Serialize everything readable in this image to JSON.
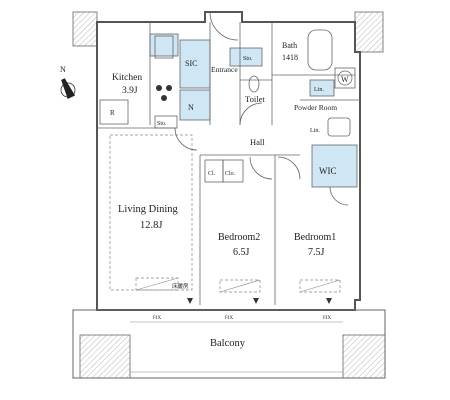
{
  "plan": {
    "rooms": {
      "kitchen": "Kitchen",
      "kitchen_area": "3.9J",
      "sic": "SIC",
      "entrance": "Entrance",
      "sto_entrance": "Sto.",
      "bath": "Bath",
      "bath_size": "1418",
      "toilet": "Toilet",
      "lin_upper": "Lin.",
      "powder_room": "Powder Room",
      "lin_lower": "Lin.",
      "wic": "WIC",
      "hall": "Hall",
      "n_closet": "N",
      "r_fridge": "R",
      "sto_kitchen": "Sto.",
      "living": "Living Dining",
      "living_area": "12.8J",
      "cl_1": "Cl.",
      "cl_2": "Clo.",
      "bedroom2": "Bedroom2",
      "bedroom2_area": "6.5J",
      "bedroom1": "Bedroom1",
      "bedroom1_area": "7.5J",
      "floor_heating": "床暖房",
      "balcony": "Balcony",
      "fix_1": "FIX",
      "fix_2": "FIX",
      "fix_3": "FIX",
      "washer": "W"
    },
    "compass": "N",
    "colors": {
      "blue_fill": "#cfe6f4",
      "wall": "#555555",
      "pillar_hatch": "#888888"
    }
  }
}
